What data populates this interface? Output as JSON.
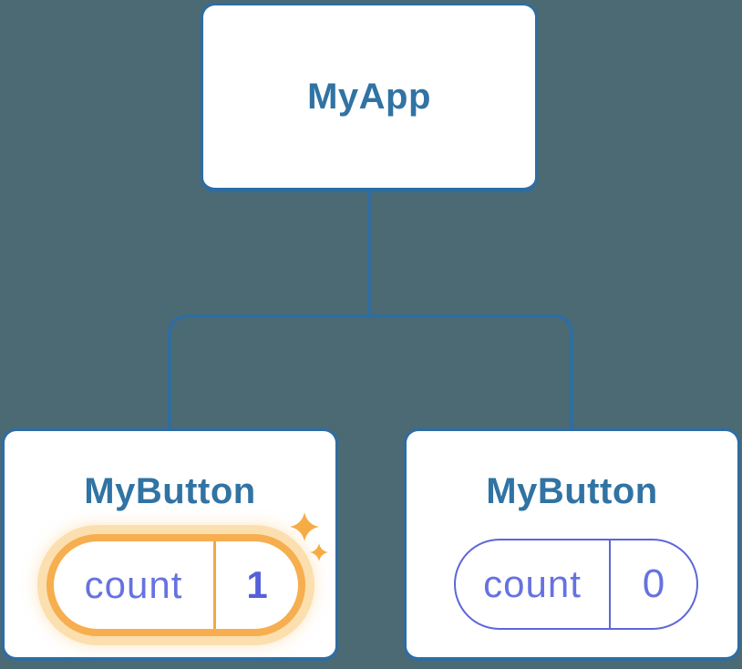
{
  "diagram": {
    "root": {
      "label": "MyApp"
    },
    "children": [
      {
        "label": "MyButton",
        "state": {
          "key": "count",
          "value": "1"
        },
        "highlighted": true
      },
      {
        "label": "MyButton",
        "state": {
          "key": "count",
          "value": "0"
        },
        "highlighted": false
      }
    ]
  },
  "icons": {
    "sparkle": "four-point-star"
  },
  "colors": {
    "background": "#4b6a74",
    "card_background": "#ffffff",
    "card_border": "#2e6da3",
    "connector_line": "#2e6da3",
    "title_text": "#3173a3",
    "state_key_text": "#6672e0",
    "state_value_highlight": "#5560d8",
    "state_value_plain": "#6672e0",
    "plain_pill_border": "#5d66d9",
    "highlight_pill_border": "#f6ae4f",
    "highlight_pill_divider": "#f2a64a",
    "highlight_halo": "#fbdfae",
    "sparkle": "#f6ac45"
  }
}
